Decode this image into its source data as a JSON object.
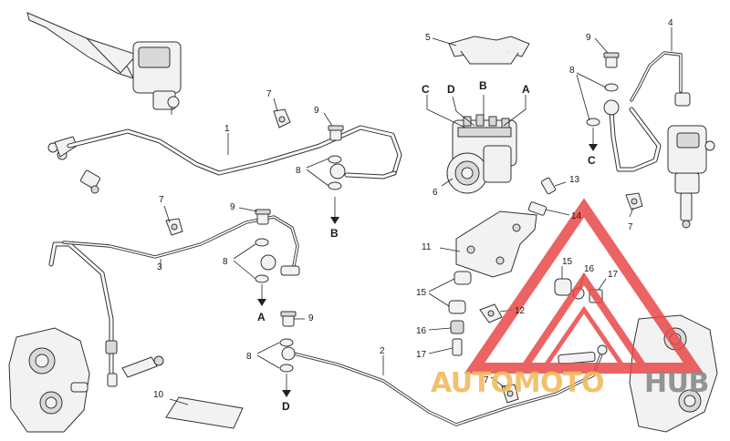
{
  "callouts": [
    {
      "id": "c1",
      "text": "1"
    },
    {
      "id": "c2",
      "text": "2"
    },
    {
      "id": "c3",
      "text": "3"
    },
    {
      "id": "c4",
      "text": "4"
    },
    {
      "id": "c5",
      "text": "5"
    },
    {
      "id": "c6",
      "text": "6"
    },
    {
      "id": "c7a",
      "text": "7"
    },
    {
      "id": "c7b",
      "text": "7"
    },
    {
      "id": "c7c",
      "text": "7"
    },
    {
      "id": "c7d",
      "text": "7"
    },
    {
      "id": "c8a",
      "text": "8"
    },
    {
      "id": "c8b",
      "text": "8"
    },
    {
      "id": "c8c",
      "text": "8"
    },
    {
      "id": "c8d",
      "text": "8"
    },
    {
      "id": "c9a",
      "text": "9"
    },
    {
      "id": "c9b",
      "text": "9"
    },
    {
      "id": "c9c",
      "text": "9"
    },
    {
      "id": "c9d",
      "text": "9"
    },
    {
      "id": "c10",
      "text": "10"
    },
    {
      "id": "c11",
      "text": "11"
    },
    {
      "id": "c12",
      "text": "12"
    },
    {
      "id": "c13",
      "text": "13"
    },
    {
      "id": "c14",
      "text": "14"
    },
    {
      "id": "c15a",
      "text": "15"
    },
    {
      "id": "c15b",
      "text": "15"
    },
    {
      "id": "c16a",
      "text": "16"
    },
    {
      "id": "c16b",
      "text": "16"
    },
    {
      "id": "c17a",
      "text": "17"
    },
    {
      "id": "c17b",
      "text": "17"
    }
  ],
  "port_labels": [
    {
      "id": "pA",
      "text": "A"
    },
    {
      "id": "pB",
      "text": "B"
    },
    {
      "id": "pC",
      "text": "C"
    },
    {
      "id": "pD",
      "text": "D"
    }
  ],
  "flow_labels": [
    {
      "id": "fA",
      "text": "A"
    },
    {
      "id": "fB",
      "text": "B"
    },
    {
      "id": "fC",
      "text": "C"
    },
    {
      "id": "fD",
      "text": "D"
    }
  ],
  "watermark": {
    "part1": "AUTOMOTO",
    "part2": "HUB",
    "color_primary": "#f2b95c",
    "color_secondary": "#8a8a8a",
    "logo_color": "#e94848"
  }
}
